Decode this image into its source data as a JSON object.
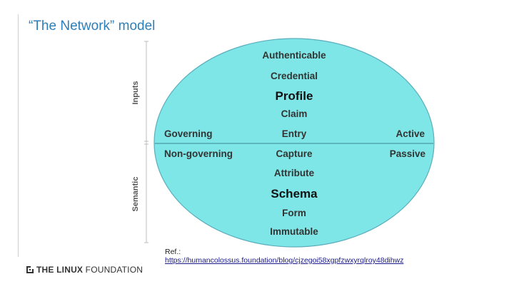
{
  "title": "“The Network” model",
  "axis": {
    "top_label": "Inputs",
    "bottom_label": "Semantic"
  },
  "ellipse": {
    "fill": "#7ee6e6",
    "upper": {
      "authenticable": "Authenticable",
      "credential": "Credential",
      "profile": "Profile",
      "claim": "Claim",
      "governing": "Governing",
      "entry": "Entry",
      "active": "Active"
    },
    "lower": {
      "non_governing": "Non-governing",
      "capture": "Capture",
      "passive": "Passive",
      "attribute": "Attribute",
      "schema": "Schema",
      "form": "Form",
      "immutable": "Immutable"
    }
  },
  "reference": {
    "prefix": "Ref.:",
    "url": "https://humancolossus.foundation/blog/cjzegoi58xgpfzwxyrqlroy48dihwz"
  },
  "footer": {
    "logo_bold": "THE LINUX",
    "logo_rest": " FOUNDATION"
  }
}
